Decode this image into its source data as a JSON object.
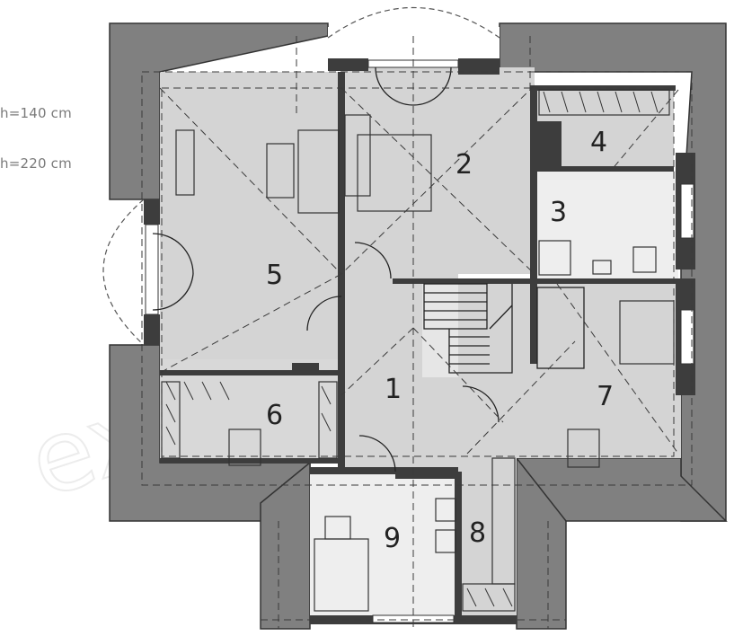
{
  "legend": {
    "line_1": "h=140 cm",
    "line_2": "h=220 cm"
  },
  "rooms": [
    "1",
    "2",
    "3",
    "4",
    "5",
    "6",
    "7",
    "8",
    "9"
  ],
  "colors": {
    "roof": "#7f7f7f",
    "floor": "#d4d4d4",
    "floor_light": "#eeeeee",
    "wall": "#3d3d3d",
    "dash": "#3a3a3a"
  }
}
